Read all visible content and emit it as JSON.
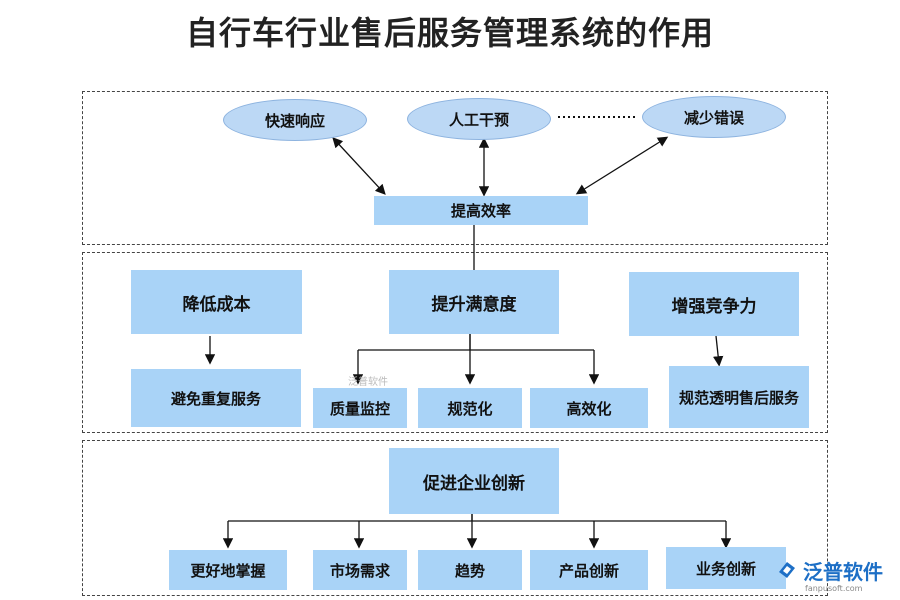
{
  "title": "自行车行业售后服务管理系统的作用",
  "top": {
    "ellipses": [
      "快速响应",
      "人工干预",
      "减少错误"
    ],
    "center": "提高效率"
  },
  "middle": {
    "heads": [
      "降低成本",
      "提升满意度",
      "增强竞争力"
    ],
    "subs": [
      "避免重复服务",
      "质量监控",
      "规范化",
      "高效化",
      "规范透明售后服务"
    ]
  },
  "bottom": {
    "head": "促进企业创新",
    "subs": [
      "更好地掌握",
      "市场需求",
      "趋势",
      "产品创新",
      "业务创新"
    ]
  },
  "watermark": {
    "small": "泛普软件",
    "logo": "泛普软件",
    "url": "fanpusoft.com"
  }
}
